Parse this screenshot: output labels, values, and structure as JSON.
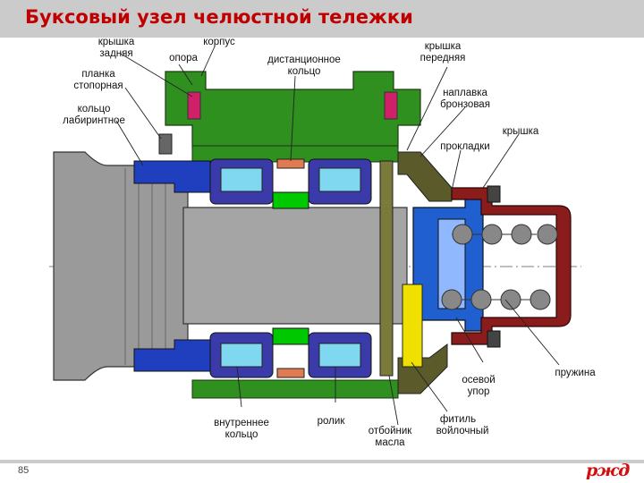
{
  "title": "Буксовый узел челюстной тележки",
  "page_number": "85",
  "logo_text": "РЖД",
  "colors": {
    "title": "#c00000",
    "housing": "#2f8f1f",
    "front_cover": "#5a5a2a",
    "cap": "#8b1c1c",
    "axial_stop": "#1f5fd0",
    "labyrinth": "#1f3fbf",
    "inner_ring": "#00c800",
    "roller_outer": "#3a3aa8",
    "roller": "#7fd8f0",
    "axle": "#9a9a9a",
    "wick": "#f0e000",
    "pin": "#d0206a"
  },
  "labels": {
    "rear_cover": [
      "крышка",
      "задняя"
    ],
    "body": "корпус",
    "support": "опора",
    "stop_plate": [
      "планка",
      "стопорная"
    ],
    "labyrinth_ring": [
      "кольцо",
      "лабиринтное"
    ],
    "spacer_ring": [
      "дистанционное",
      "кольцо"
    ],
    "front_cover": [
      "крышка",
      "передняя"
    ],
    "bronze_overlay": [
      "наплавка",
      "бронзовая"
    ],
    "cap": "крышка",
    "shims": "прокладки",
    "spring": "пружина",
    "axial_stop": [
      "осевой",
      "упор"
    ],
    "inner_ring": [
      "внутреннее",
      "кольцо"
    ],
    "roller": "ролик",
    "oil_deflector": [
      "отбойник",
      "масла"
    ],
    "felt_wick": [
      "фитиль",
      "войлочный"
    ]
  }
}
